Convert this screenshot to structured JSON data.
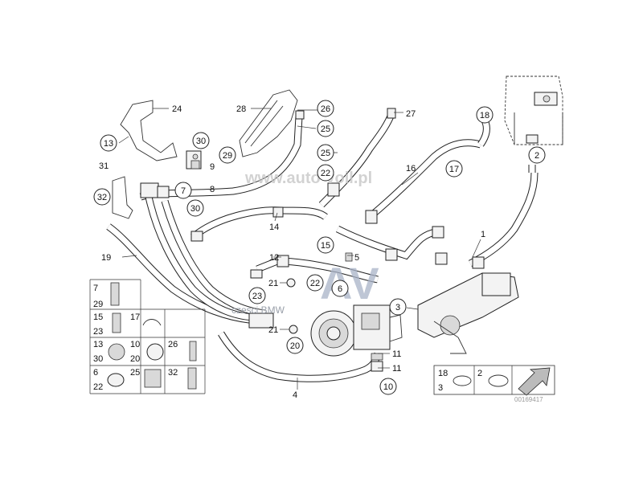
{
  "diagram": {
    "watermark_site": "www.auto-voil.pl",
    "watermark_logo": "AV",
    "watermark_small": "czesci BMW",
    "image_id": "00169417",
    "plain_labels": [
      "24",
      "28",
      "27",
      "16",
      "31",
      "9",
      "8",
      "14",
      "19",
      "12",
      "5",
      "21",
      "21",
      "11",
      "11",
      "4",
      "1"
    ],
    "circled_labels": [
      "26",
      "25",
      "25",
      "22",
      "18",
      "13",
      "30",
      "29",
      "2",
      "17",
      "32",
      "7",
      "30",
      "15",
      "23",
      "22",
      "6",
      "3",
      "20",
      "10"
    ],
    "legend_labels": [
      "7",
      "29",
      "15",
      "23",
      "17",
      "13",
      "30",
      "10",
      "20",
      "26",
      "6",
      "22",
      "25",
      "32"
    ],
    "inset_labels": [
      "18",
      "3",
      "2"
    ]
  }
}
